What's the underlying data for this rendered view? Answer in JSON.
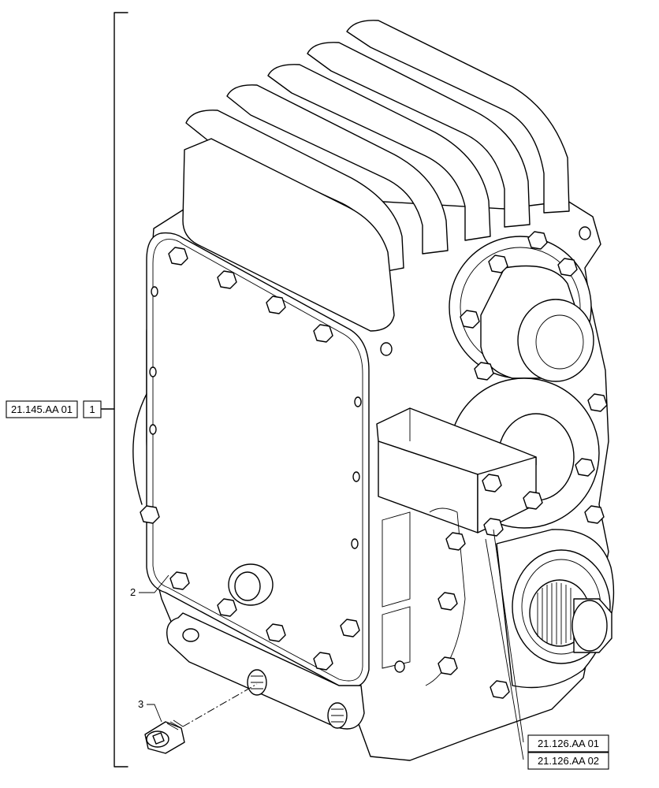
{
  "callouts": {
    "assembly_ref": "21.145.AA 01",
    "assembly_item": "1",
    "item_2": "2",
    "item_3": "3",
    "ref_a": "21.126.AA 01",
    "ref_b": "21.126.AA 02"
  }
}
